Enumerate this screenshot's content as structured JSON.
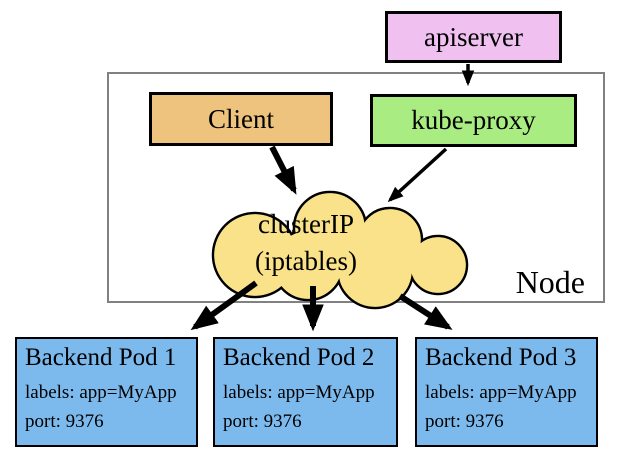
{
  "diagram": {
    "title_hint": "Kubernetes Service clusterIP routing diagram",
    "colors": {
      "apiserver_fill": "#f0c0f0",
      "client_fill": "#edc37d",
      "kube_proxy_fill": "#a9ec81",
      "cloud_fill": "#f9e289",
      "pod_fill": "#7cb9ec",
      "node_border": "#818181",
      "box_border": "#000000",
      "arrow": "#000000"
    },
    "nodes": {
      "apiserver": {
        "label": "apiserver"
      },
      "client": {
        "label": "Client"
      },
      "kube_proxy": {
        "label": "kube-proxy"
      },
      "cluster_ip": {
        "line1": "clusterIP",
        "line2": "(iptables)"
      },
      "node": {
        "label": "Node"
      }
    },
    "pods": [
      {
        "title": "Backend Pod 1",
        "labels": "labels: app=MyApp",
        "port": "port: 9376"
      },
      {
        "title": "Backend Pod 2",
        "labels": "labels: app=MyApp",
        "port": "port: 9376"
      },
      {
        "title": "Backend Pod 3",
        "labels": "labels: app=MyApp",
        "port": "port: 9376"
      }
    ],
    "edges": [
      {
        "from": "apiserver",
        "to": "kube-proxy"
      },
      {
        "from": "client",
        "to": "cluster_ip"
      },
      {
        "from": "kube_proxy",
        "to": "cluster_ip"
      },
      {
        "from": "cluster_ip",
        "to": "backend_pod_1"
      },
      {
        "from": "cluster_ip",
        "to": "backend_pod_2"
      },
      {
        "from": "cluster_ip",
        "to": "backend_pod_3"
      }
    ]
  }
}
